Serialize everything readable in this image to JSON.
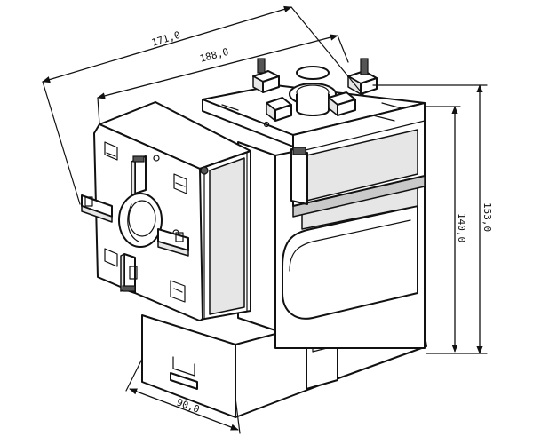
{
  "drawing": {
    "dimensions": {
      "width_top": "171,0",
      "width_inner": "188,0",
      "height_outer": "153,0",
      "height_inner": "140,0",
      "base_depth": "90,0"
    }
  }
}
